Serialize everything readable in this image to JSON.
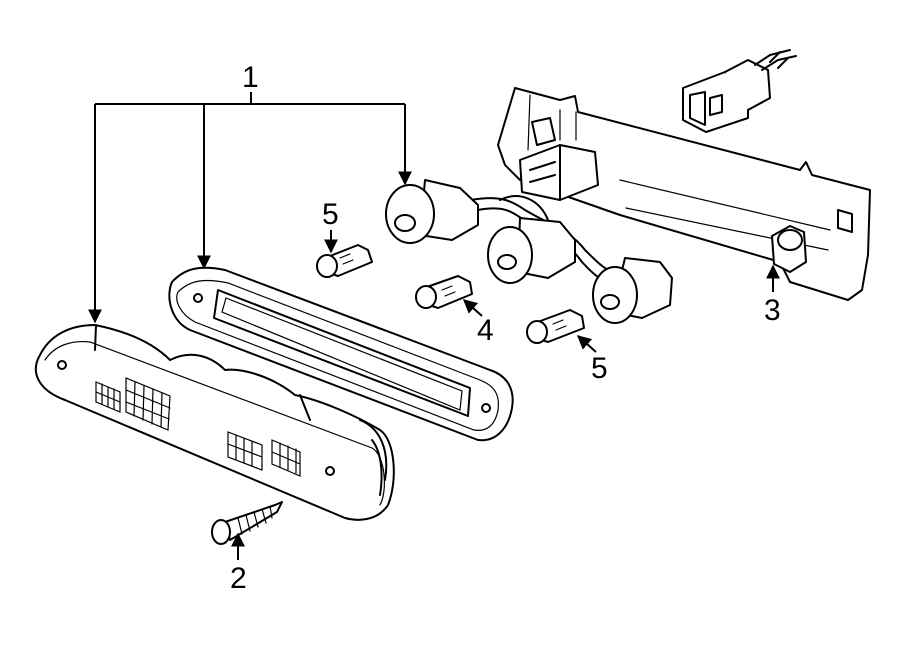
{
  "diagram": {
    "callouts": [
      {
        "id": "1",
        "label": "1"
      },
      {
        "id": "2",
        "label": "2"
      },
      {
        "id": "3",
        "label": "3"
      },
      {
        "id": "4",
        "label": "4"
      },
      {
        "id": "5a",
        "label": "5"
      },
      {
        "id": "5b",
        "label": "5"
      }
    ],
    "colors": {
      "line": "#000000",
      "background": "#ffffff"
    },
    "parts": [
      "high-mount-lamp-assembly",
      "lamp-lens",
      "lamp-housing",
      "screw",
      "grommet",
      "bulb",
      "socket-harness",
      "mounting-bracket",
      "connector"
    ]
  }
}
